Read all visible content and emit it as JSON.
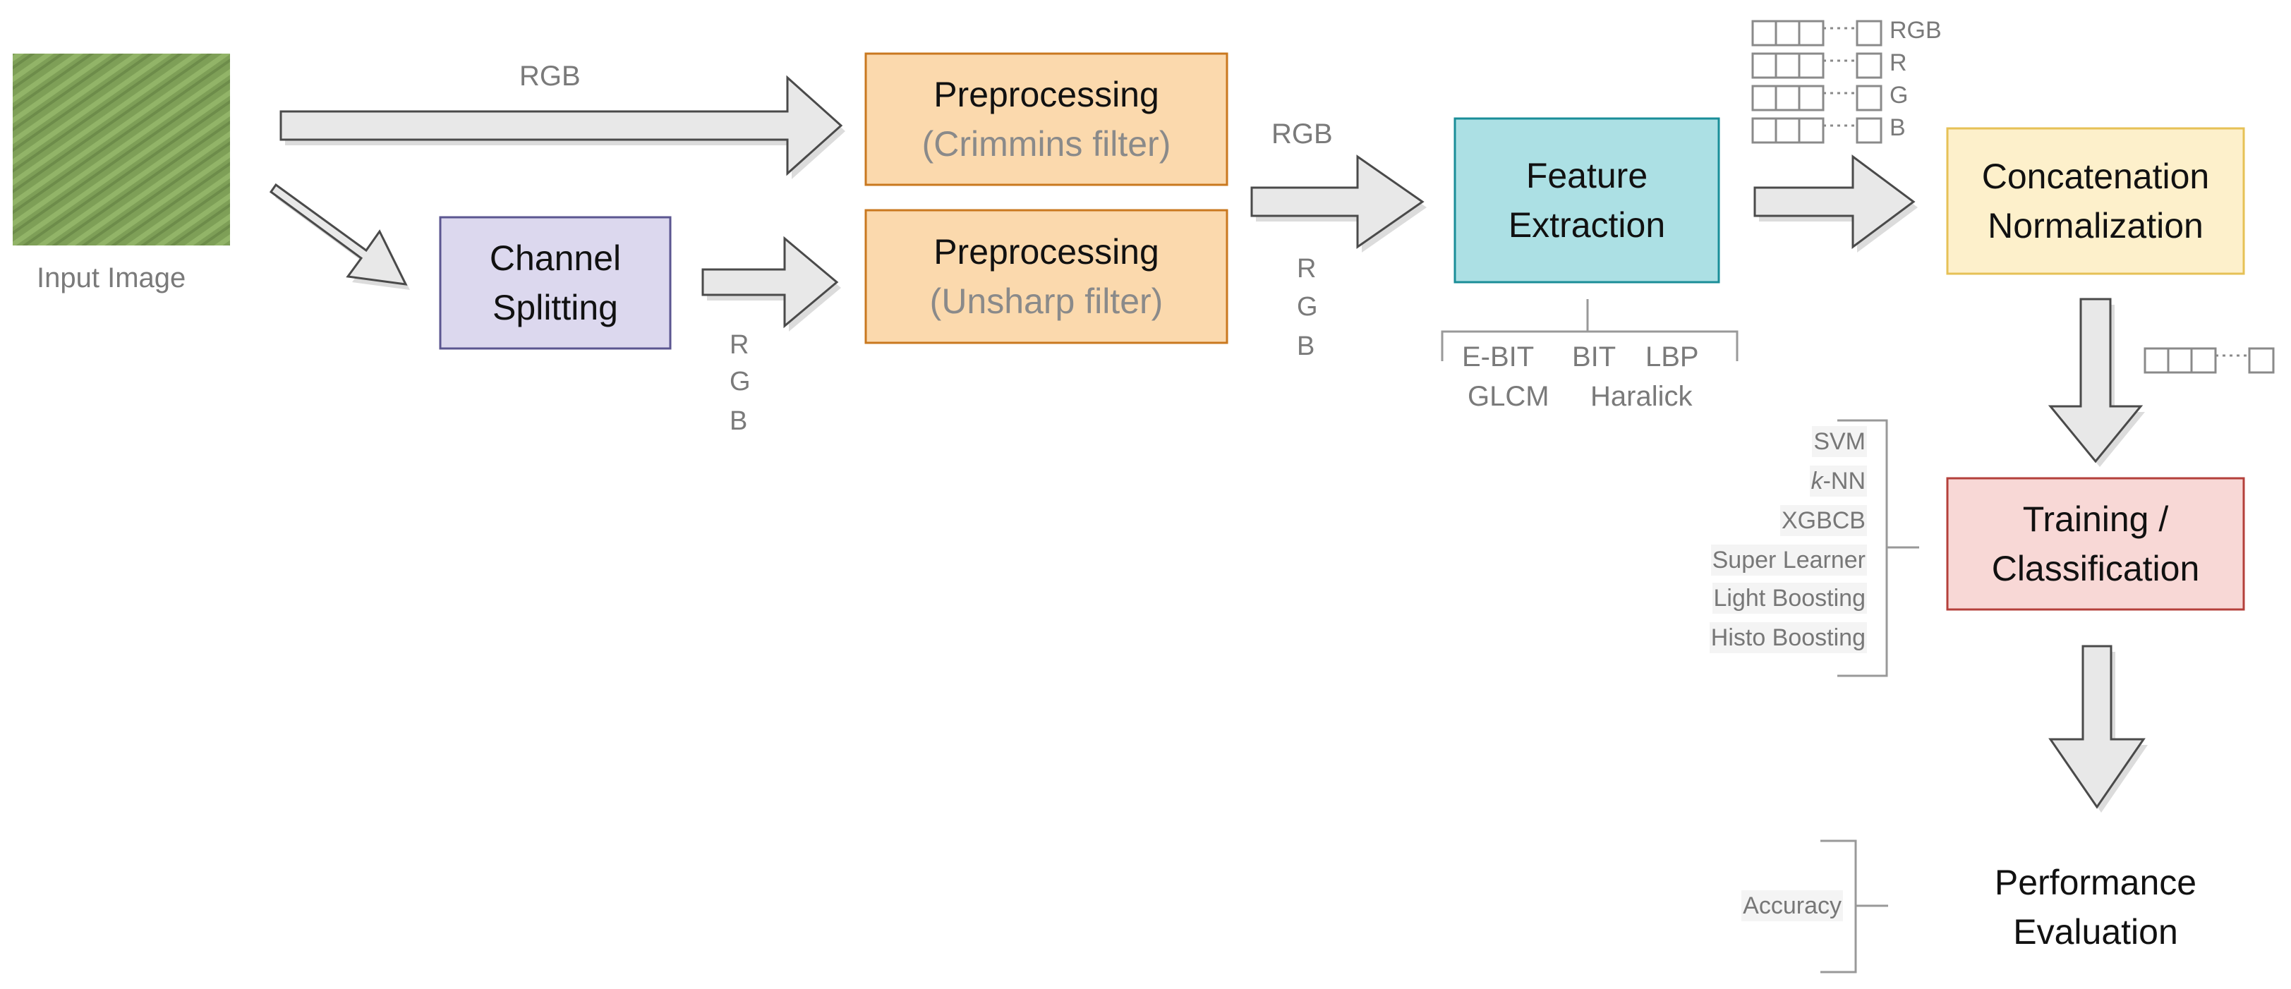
{
  "input_label": "Input Image",
  "arrow_labels": {
    "top_rgb": "RGB",
    "split_r": "R",
    "split_g": "G",
    "split_b": "B",
    "pre_rgb": "RGB",
    "pre_r": "R",
    "pre_g": "G",
    "pre_b": "B"
  },
  "channel_splitting": {
    "line1": "Channel",
    "line2": "Splitting",
    "color": "#dcd8ee",
    "border": "#5b5690"
  },
  "preprocessing_crimmins": {
    "title": "Preprocessing",
    "subtitle": "(Crimmins filter)",
    "color": "#fbd9ad",
    "border": "#c9781f"
  },
  "preprocessing_unsharp": {
    "title": "Preprocessing",
    "subtitle": "(Unsharp filter)",
    "color": "#fbd9ad",
    "border": "#c9781f"
  },
  "feature_extraction": {
    "line1": "Feature",
    "line2": "Extraction",
    "color": "#ace0e4",
    "border": "#1a8e98",
    "methods_row1": [
      "E-BIT",
      "BIT",
      "LBP"
    ],
    "methods_row2": [
      "GLCM",
      "Haralick"
    ]
  },
  "feature_vectors": [
    "RGB",
    "R",
    "G",
    "B"
  ],
  "concatenation": {
    "line1": "Concatenation",
    "line2": "Normalization",
    "color": "#fdf0cb",
    "border": "#e6c156"
  },
  "training": {
    "line1": "Training /",
    "line2": "Classification",
    "color": "#f8d8d6",
    "border": "#b4403b",
    "classifiers": [
      {
        "prefix": "",
        "name": "SVM"
      },
      {
        "prefix": "k",
        "name": "-NN"
      },
      {
        "prefix": "",
        "name": "XGBCB"
      },
      {
        "prefix": "",
        "name": "Super Learner"
      },
      {
        "prefix": "",
        "name": "Light Boosting"
      },
      {
        "prefix": "",
        "name": "Histo Boosting"
      }
    ]
  },
  "performance": {
    "line1": "Performance",
    "line2": "Evaluation",
    "metric": "Accuracy"
  },
  "colors": {
    "arrow_fill": "#e8e8e8",
    "arrow_stroke": "#4a4a4a",
    "label_gray": "#7a7a7a",
    "bracket": "#999999"
  }
}
